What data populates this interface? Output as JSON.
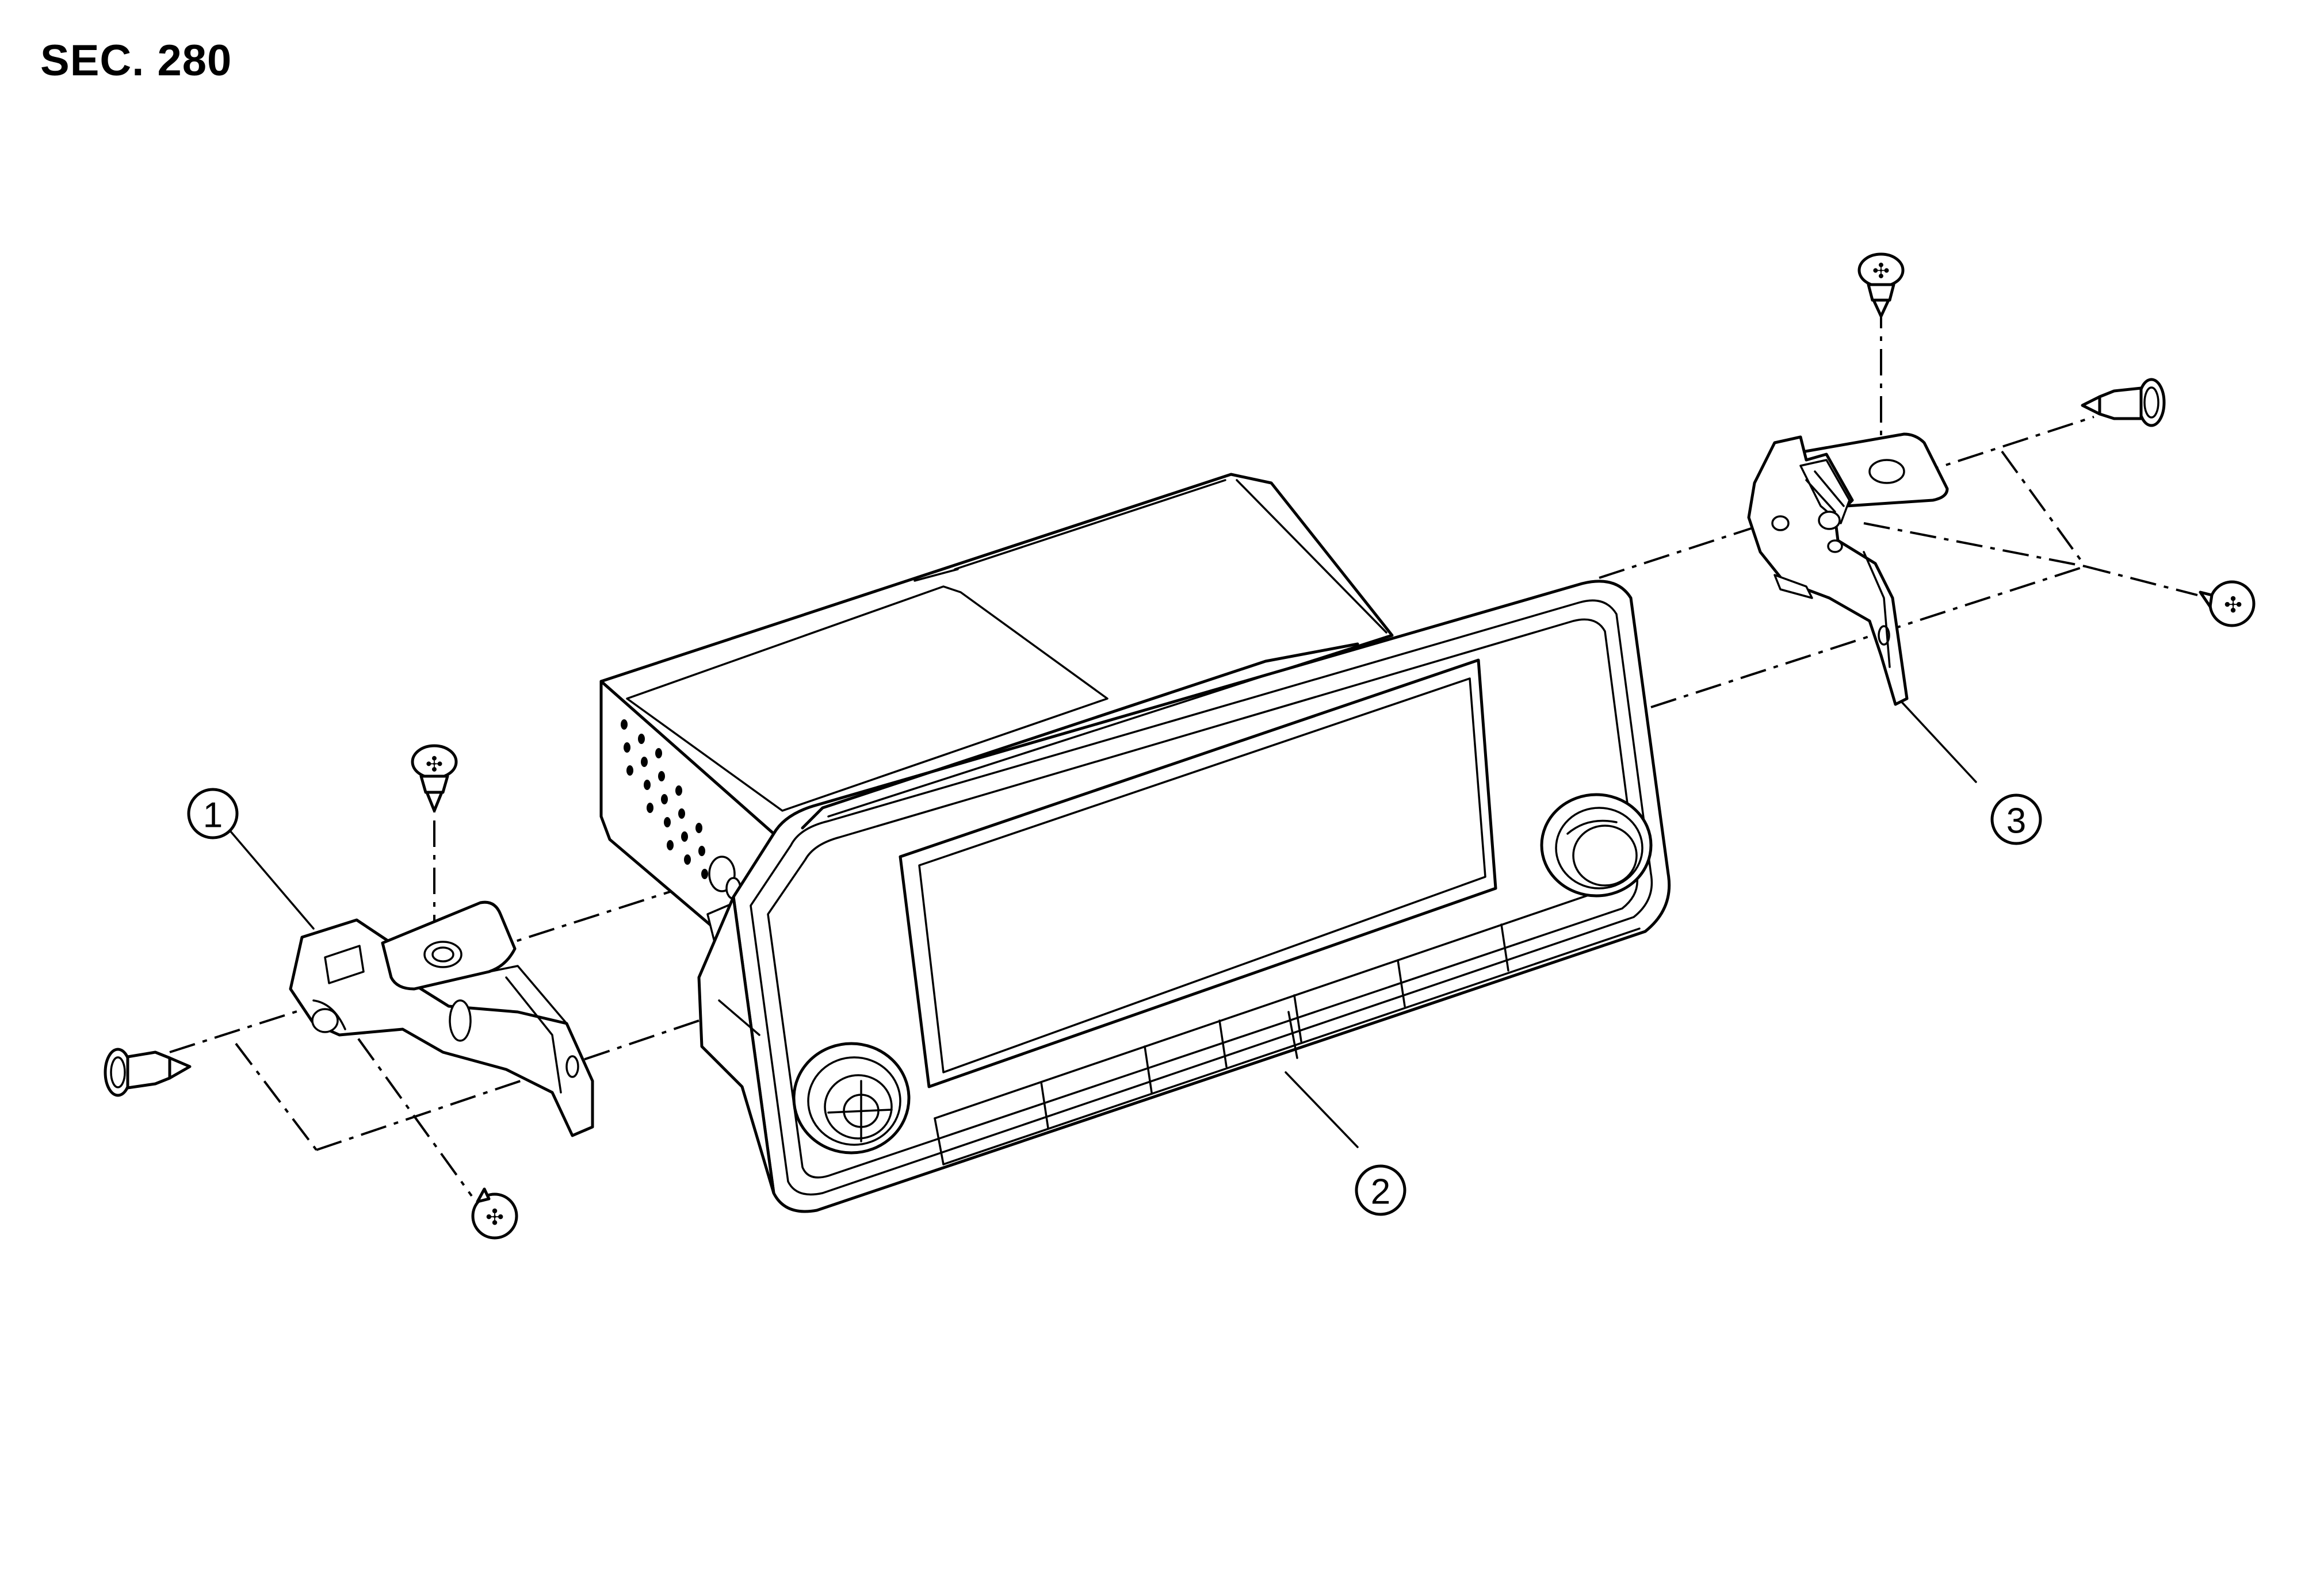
{
  "section": {
    "label": "SEC. 280"
  },
  "callouts": [
    {
      "number": "1"
    },
    {
      "number": "2"
    },
    {
      "number": "3"
    }
  ]
}
